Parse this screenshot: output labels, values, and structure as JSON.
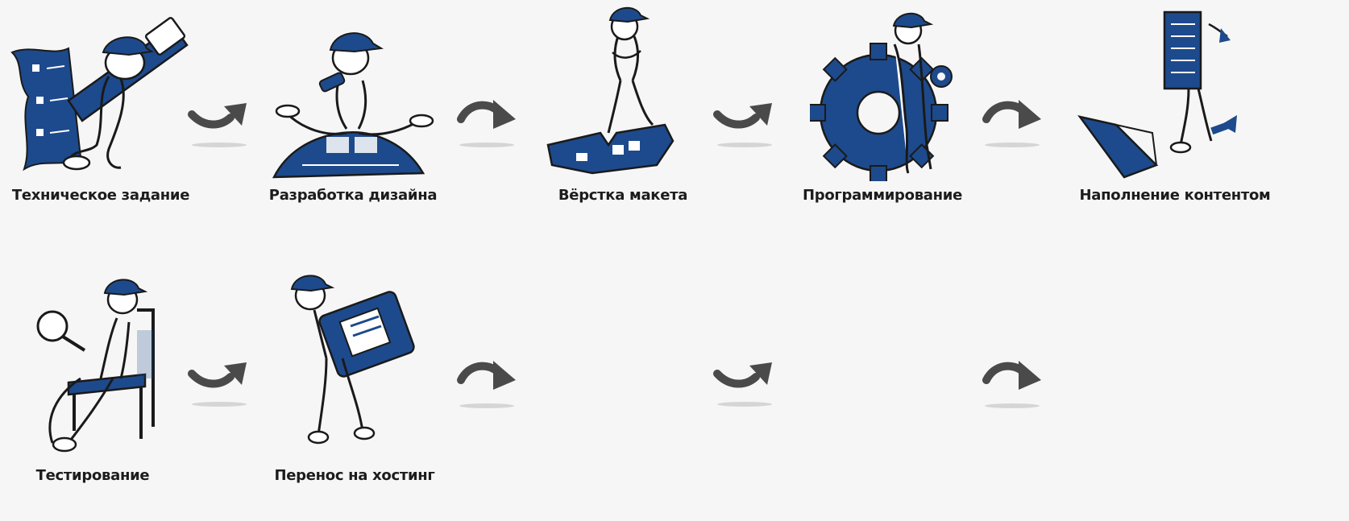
{
  "colors": {
    "background": "#f6f6f6",
    "brand_blue": "#1d4a8c",
    "arrow_gray": "#4a4a4a",
    "outline": "#1a1a1a"
  },
  "steps": [
    {
      "label": "Техническое задание",
      "icon": "spec-scroll-telescope-icon"
    },
    {
      "label": "Разработка дизайна",
      "icon": "design-sitting-figure-icon"
    },
    {
      "label": "Вёрстка макета",
      "icon": "layout-puzzle-icon"
    },
    {
      "label": "Программирование",
      "icon": "programming-gear-icon"
    },
    {
      "label": "Наполнение контентом",
      "icon": "content-boxes-icon"
    },
    {
      "label": "Тестирование",
      "icon": "testing-magnifier-icon"
    },
    {
      "label": "Перенос на хостинг",
      "icon": "hosting-server-carry-icon"
    }
  ],
  "arrows": [
    "curved-arrow-icon",
    "curved-arrow-icon",
    "curved-arrow-icon",
    "curved-arrow-icon",
    "curved-arrow-icon",
    "curved-arrow-icon",
    "curved-arrow-icon",
    "curved-arrow-icon"
  ]
}
